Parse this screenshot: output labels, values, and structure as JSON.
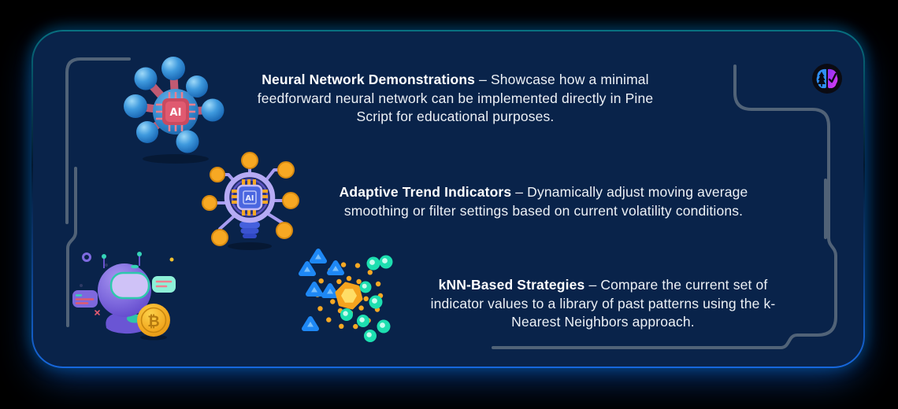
{
  "card": {
    "features": [
      {
        "title": "Neural Network Demonstrations",
        "description": "– Showcase how a minimal feedforward neural network can be implemented directly in Pine Script for educational purposes.",
        "icon": "neural-network-molecule"
      },
      {
        "title": "Adaptive Trend Indicators",
        "description": "– Dynamically adjust moving average smoothing or filter settings based on current volatility conditions.",
        "icon": "ai-chip-lightbulb"
      },
      {
        "title": "kNN-Based Strategies",
        "description": "– Compare the current set of indicator values to a library of past patterns using the k-Nearest Neighbors approach.",
        "icon": "crypto-robot-and-knn-scatter"
      }
    ],
    "icon_labels": {
      "molecule_chip": "AI",
      "bulb_chip": "AI",
      "coin_symbol": "₿"
    },
    "colors": {
      "outer_background": "#000000",
      "card_background": "#09234a",
      "glow_top": "#0ecdeb",
      "glow_bottom": "#1973f5",
      "bracket_lines": "#5e6e80",
      "title_text": "#ffffff",
      "body_text": "#edf1f6",
      "logo_left_hemisphere": "#2f8ff5",
      "logo_right_hemisphere": "#d93df0"
    }
  }
}
